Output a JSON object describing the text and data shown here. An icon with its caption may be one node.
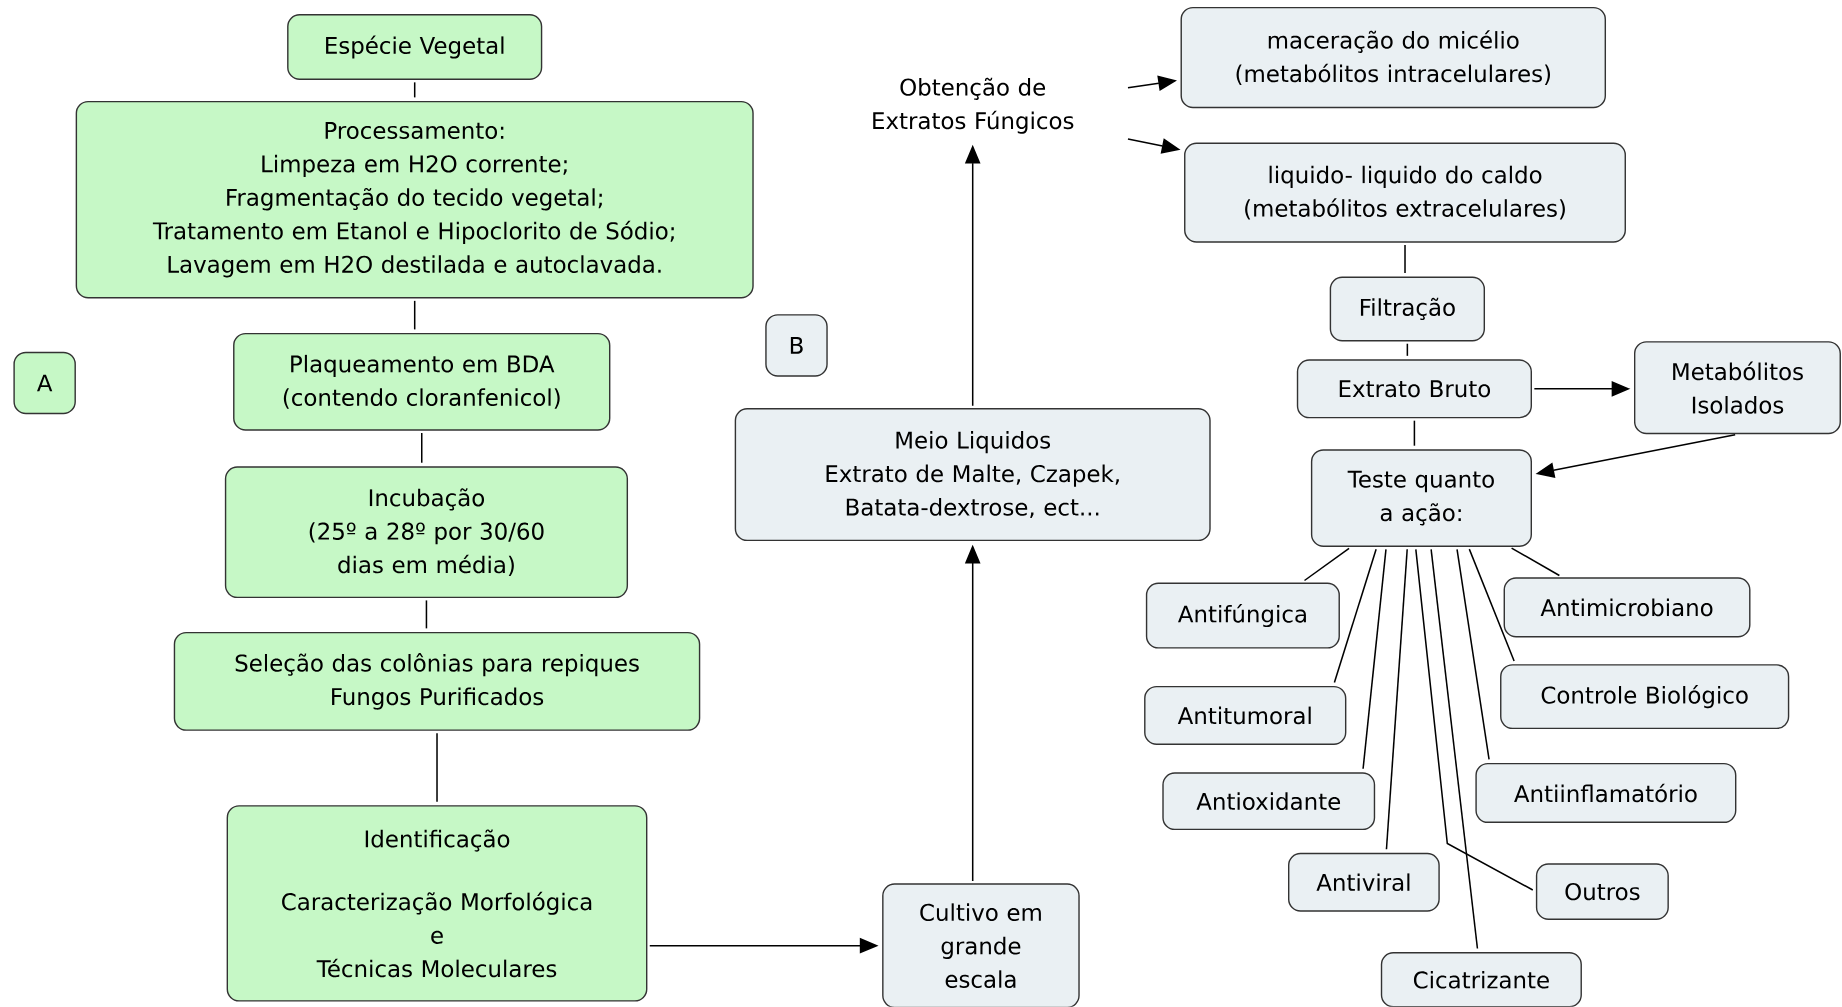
{
  "diagram": {
    "nodes": [
      {
        "text": [
          "Espécie Vegetal"
        ]
      },
      {
        "text": [
          "Processamento:",
          "Limpeza em H2O corrente;",
          "Fragmentação do tecido vegetal;",
          "Tratamento em Etanol e Hipoclorito de Sódio;",
          "Lavagem em  H2O destilada e autoclavada."
        ]
      },
      {
        "text": [
          "Plaqueamento em BDA",
          "(contendo cloranfenicol)"
        ]
      },
      {
        "text": [
          "Incubação",
          "(25º a 28º por 30/60 dias em média)"
        ]
      },
      {
        "text": [
          "Seleção das colônias para repiques",
          "Fungos Purificados"
        ]
      },
      {
        "text": [
          "Identificação",
          "Caracterização Morfológica",
          "e",
          "Técnicas Moleculares"
        ]
      },
      {
        "text": [
          "A"
        ]
      },
      {
        "text": [
          "B"
        ]
      },
      {
        "text": [
          "Cultivo em grande escala"
        ]
      },
      {
        "text": [
          "Meio Liquidos",
          "Extrato de Malte, Czapek, Batata-dextrose, ect..."
        ]
      },
      {
        "text": [
          "Obtenção de Extratos Fúngicos"
        ]
      },
      {
        "text": [
          "maceração do micélio",
          "(metabólitos intracelulares)"
        ]
      },
      {
        "text": [
          "liquido- liquido do caldo",
          "(metabólitos extracelulares)"
        ]
      },
      {
        "text": [
          "Filtração"
        ]
      },
      {
        "text": [
          "Extrato Bruto"
        ]
      },
      {
        "text": [
          "Metabólitos Isolados"
        ]
      },
      {
        "text": [
          "Teste quanto a ação:"
        ]
      },
      {
        "text": [
          "Antifúngica"
        ]
      },
      {
        "text": [
          "Antimicrobiano"
        ]
      },
      {
        "text": [
          "Controle Biológico"
        ]
      },
      {
        "text": [
          "Antitumoral"
        ]
      },
      {
        "text": [
          "Antiinflamatório"
        ]
      },
      {
        "text": [
          "Antioxidante"
        ]
      },
      {
        "text": [
          "Antiviral"
        ]
      },
      {
        "text": [
          "Outros"
        ]
      },
      {
        "text": [
          "Cicatrizante"
        ]
      }
    ],
    "edges": [
      {
        "from": 0,
        "to": 1,
        "arrow": "none"
      },
      {
        "from": 1,
        "to": 2,
        "arrow": "none"
      },
      {
        "from": 2,
        "to": 3,
        "arrow": "none"
      },
      {
        "from": 3,
        "to": 4,
        "arrow": "none"
      },
      {
        "from": 4,
        "to": 5,
        "arrow": "none"
      },
      {
        "from": 5,
        "to": 8,
        "arrow": "to"
      },
      {
        "from": 8,
        "to": 9,
        "arrow": "to"
      },
      {
        "from": 9,
        "to": 10,
        "arrow": "to"
      },
      {
        "from": 10,
        "to": 11,
        "arrow": "to"
      },
      {
        "from": 10,
        "to": 12,
        "arrow": "to"
      },
      {
        "from": 12,
        "to": 13,
        "arrow": "none"
      },
      {
        "from": 13,
        "to": 14,
        "arrow": "none"
      },
      {
        "from": 14,
        "to": 15,
        "arrow": "to"
      },
      {
        "from": 15,
        "to": 16,
        "arrow": "to"
      },
      {
        "from": 14,
        "to": 16,
        "arrow": "none"
      },
      {
        "from": 16,
        "to": 17,
        "arrow": "none"
      },
      {
        "from": 16,
        "to": 18,
        "arrow": "none"
      },
      {
        "from": 16,
        "to": 19,
        "arrow": "none"
      },
      {
        "from": 16,
        "to": 20,
        "arrow": "none"
      },
      {
        "from": 16,
        "to": 21,
        "arrow": "none"
      },
      {
        "from": 16,
        "to": 22,
        "arrow": "none"
      },
      {
        "from": 16,
        "to": 23,
        "arrow": "none"
      },
      {
        "from": 16,
        "to": 24,
        "arrow": "none"
      },
      {
        "from": 16,
        "to": 25,
        "arrow": "none"
      }
    ]
  }
}
